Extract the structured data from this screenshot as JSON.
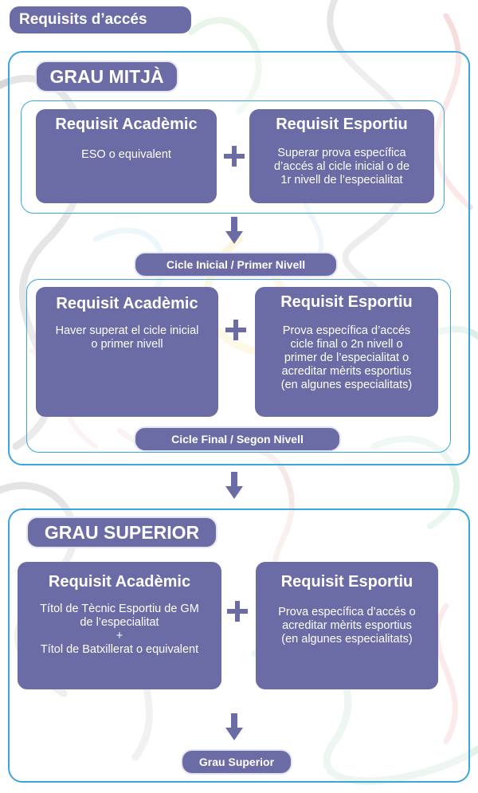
{
  "page_title": "Requisits d’accés",
  "grau_mitja": {
    "title": "GRAU MITJÀ",
    "cicle_inicial": {
      "academic": {
        "heading": "Requisit Acadèmic",
        "lines": [
          "ESO o equivalent"
        ]
      },
      "sport": {
        "heading": "Requisit Esportiu",
        "lines": [
          "Superar prova específica",
          "d’accés al cicle inicial o de",
          "1r nivell de l’especialitat"
        ]
      },
      "result": "Cicle Inicial / Primer Nivell"
    },
    "cicle_final": {
      "academic": {
        "heading": "Requisit Acadèmic",
        "lines": [
          "Haver superat el cicle inicial",
          "o primer nivell"
        ]
      },
      "sport": {
        "heading": "Requisit Esportiu",
        "lines": [
          "Prova específica d’accés",
          "cicle final o 2n nivell o",
          "primer de l’especialitat o",
          "acreditar mèrits esportius",
          "(en algunes especialitats)"
        ]
      },
      "result": "Cicle Final / Segon Nivell"
    }
  },
  "grau_superior": {
    "title": "GRAU SUPERIOR",
    "academic": {
      "heading": "Requisit Acadèmic",
      "lines": [
        "Títol de Tècnic Esportiu de GM",
        "de l’especialitat",
        "+",
        "Títol de Batxillerat o equivalent"
      ]
    },
    "sport": {
      "heading": "Requisit Esportiu",
      "lines": [
        "Prova específica d’accés o",
        "acreditar mèrits esportius",
        "(en algunes especialitats)"
      ]
    },
    "result": "Grau Superior"
  },
  "colors": {
    "box": "#6b6ba6",
    "frame": "#3aa6dd"
  }
}
